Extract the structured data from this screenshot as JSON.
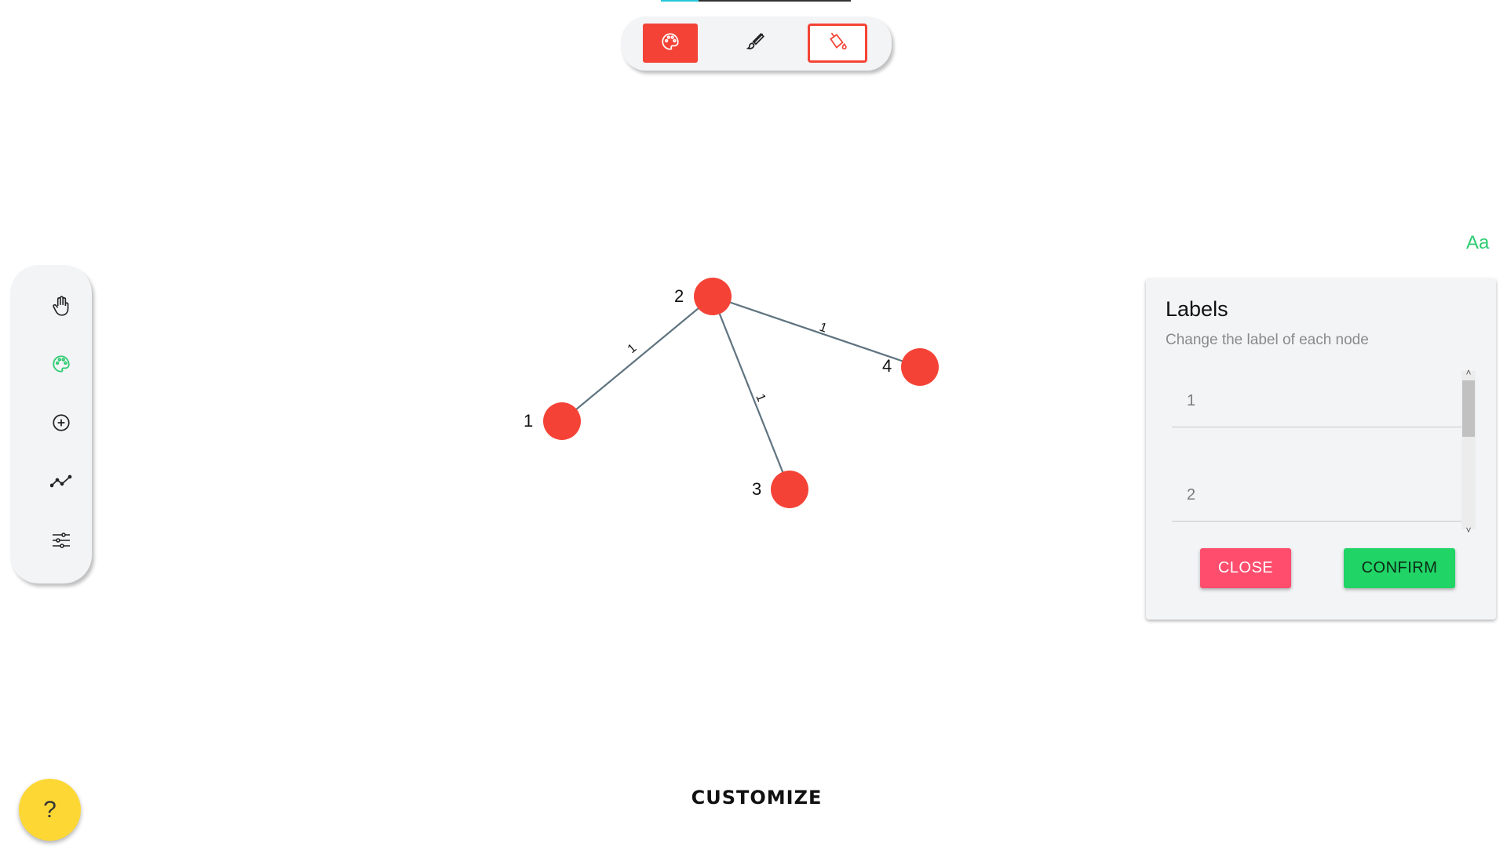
{
  "top_toolbar": {
    "palette_icon": "palette-icon",
    "brush_icon": "brush-icon",
    "fill_icon": "paint-bucket-icon",
    "accent_color": "#f44336"
  },
  "left_toolbar": {
    "tools": [
      "hand-icon",
      "palette-icon",
      "add-circle-icon",
      "line-chart-icon",
      "sliders-icon"
    ],
    "active_tool_color": "#2ecc71"
  },
  "graph": {
    "node_color": "#f44336",
    "edge_color": "#5f7380",
    "nodes": [
      {
        "id": "1",
        "label": "1"
      },
      {
        "id": "2",
        "label": "2"
      },
      {
        "id": "3",
        "label": "3"
      },
      {
        "id": "4",
        "label": "4"
      }
    ],
    "edges": [
      {
        "from": "2",
        "to": "1",
        "weight": "1"
      },
      {
        "from": "2",
        "to": "3",
        "weight": "1"
      },
      {
        "from": "2",
        "to": "4",
        "weight": "1"
      }
    ]
  },
  "font_toggle": "Aa",
  "labels_panel": {
    "title": "Labels",
    "subtitle": "Change the label of each node",
    "fields": [
      "1",
      "2"
    ],
    "close_label": "CLOSE",
    "confirm_label": "CONFIRM"
  },
  "footer": {
    "customize_label": "CUSTOMIZE",
    "help_label": "?"
  }
}
